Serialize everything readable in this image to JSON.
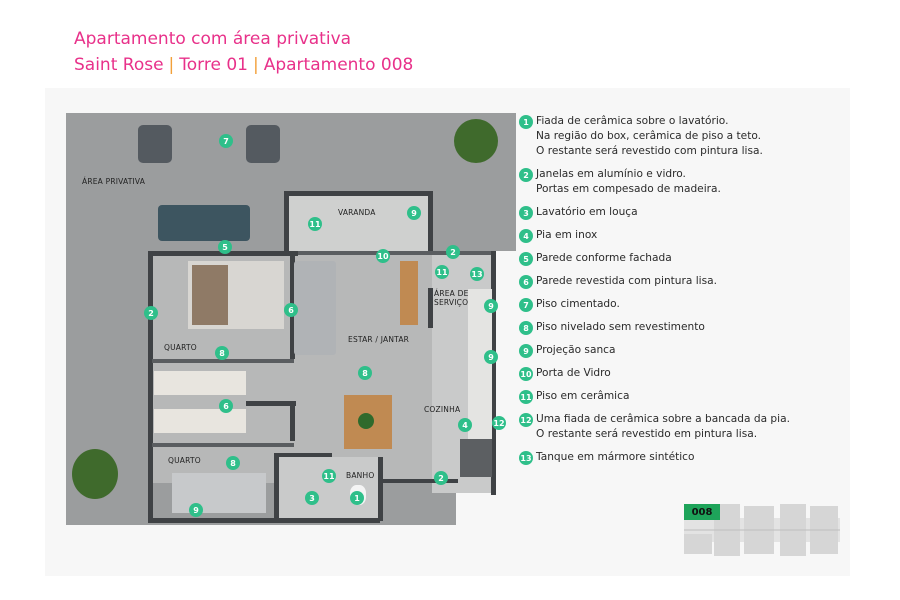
{
  "header": {
    "line1": "Apartamento com área privativa",
    "project": "Saint Rose",
    "separator": "|",
    "tower": "Torre 01",
    "unit": "Apartamento 008"
  },
  "rooms": {
    "area_privativa": "ÁREA PRIVATIVA",
    "varanda": "VARANDA",
    "quarto1": "QUARTO",
    "estar_jantar": "ESTAR / JANTAR",
    "area_servico_1": "ÁREA DE",
    "area_servico_2": "SERVIÇO",
    "cozinha": "COZINHA",
    "quarto2": "QUARTO",
    "banho": "BANHO"
  },
  "legend": [
    {
      "num": "1",
      "text": "Fiada de cerâmica sobre o lavatório.\nNa região do box, cerâmica de piso a teto.\nO restante será revestido com pintura lisa."
    },
    {
      "num": "2",
      "text": "Janelas em alumínio e vidro.\nPortas em compesado de madeira."
    },
    {
      "num": "3",
      "text": "Lavatório em louça"
    },
    {
      "num": "4",
      "text": "Pia em inox"
    },
    {
      "num": "5",
      "text": "Parede conforme fachada"
    },
    {
      "num": "6",
      "text": "Parede revestida com pintura lisa."
    },
    {
      "num": "7",
      "text": "Piso cimentado."
    },
    {
      "num": "8",
      "text": "Piso nivelado sem revestimento"
    },
    {
      "num": "9",
      "text": "Projeção sanca"
    },
    {
      "num": "10",
      "text": "Porta de Vidro"
    },
    {
      "num": "11",
      "text": "Piso em cerâmica"
    },
    {
      "num": "12",
      "text": "Uma fiada de cerâmica sobre a bancada da pia.\nO restante será revestido em pintura lisa."
    },
    {
      "num": "13",
      "text": "Tanque em mármore sintético"
    }
  ],
  "markers": {
    "m7": "7",
    "m11a": "11",
    "m9a": "9",
    "m5": "5",
    "m10": "10",
    "m2a": "2",
    "m11b": "11",
    "m13": "13",
    "m9b": "9",
    "m2b": "2",
    "m6a": "6",
    "m8a": "8",
    "m8b": "8",
    "m6b": "6",
    "m9c": "9",
    "m4": "4",
    "m12": "12",
    "m8c": "8",
    "m11c": "11",
    "m3": "3",
    "m1": "1",
    "m2c": "2",
    "m9d": "9"
  },
  "keyplan": {
    "unit_tag": "008"
  },
  "colors": {
    "title": "#e8318a",
    "separator": "#f2a03a",
    "marker": "#2fbf8a",
    "unit_tag": "#1ea45a"
  }
}
